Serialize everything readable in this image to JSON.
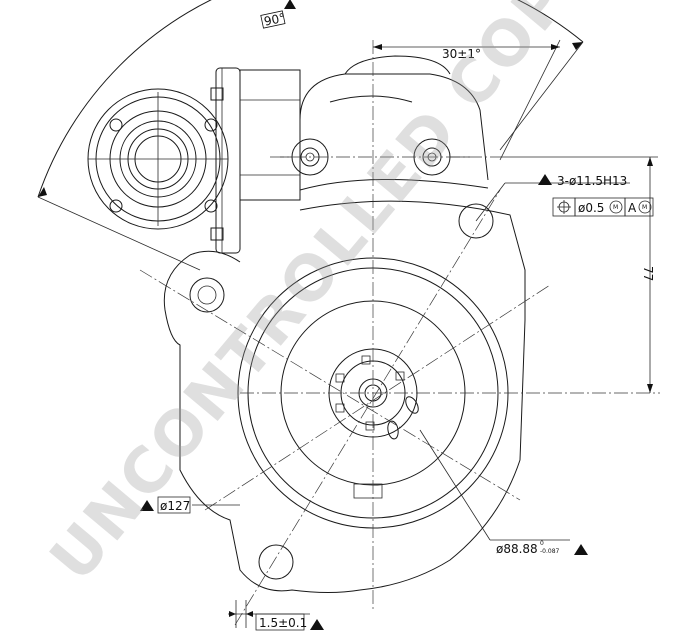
{
  "annotations": {
    "angle": "90°",
    "offset": "30±1°",
    "holes": "3-ø11.5H13",
    "position_tol": "ø0.5",
    "position_tol_mod": "M",
    "datum": "A",
    "datum_mod": "M",
    "height": "77",
    "flange_dia": "ø127",
    "pilot_dia_main": "ø88.88",
    "pilot_dia_tol_upper": "0",
    "pilot_dia_tol_lower": "-0.087",
    "gap": "1.5±0.1"
  },
  "watermark": {
    "text": "UNCONTROLLED COPY"
  }
}
